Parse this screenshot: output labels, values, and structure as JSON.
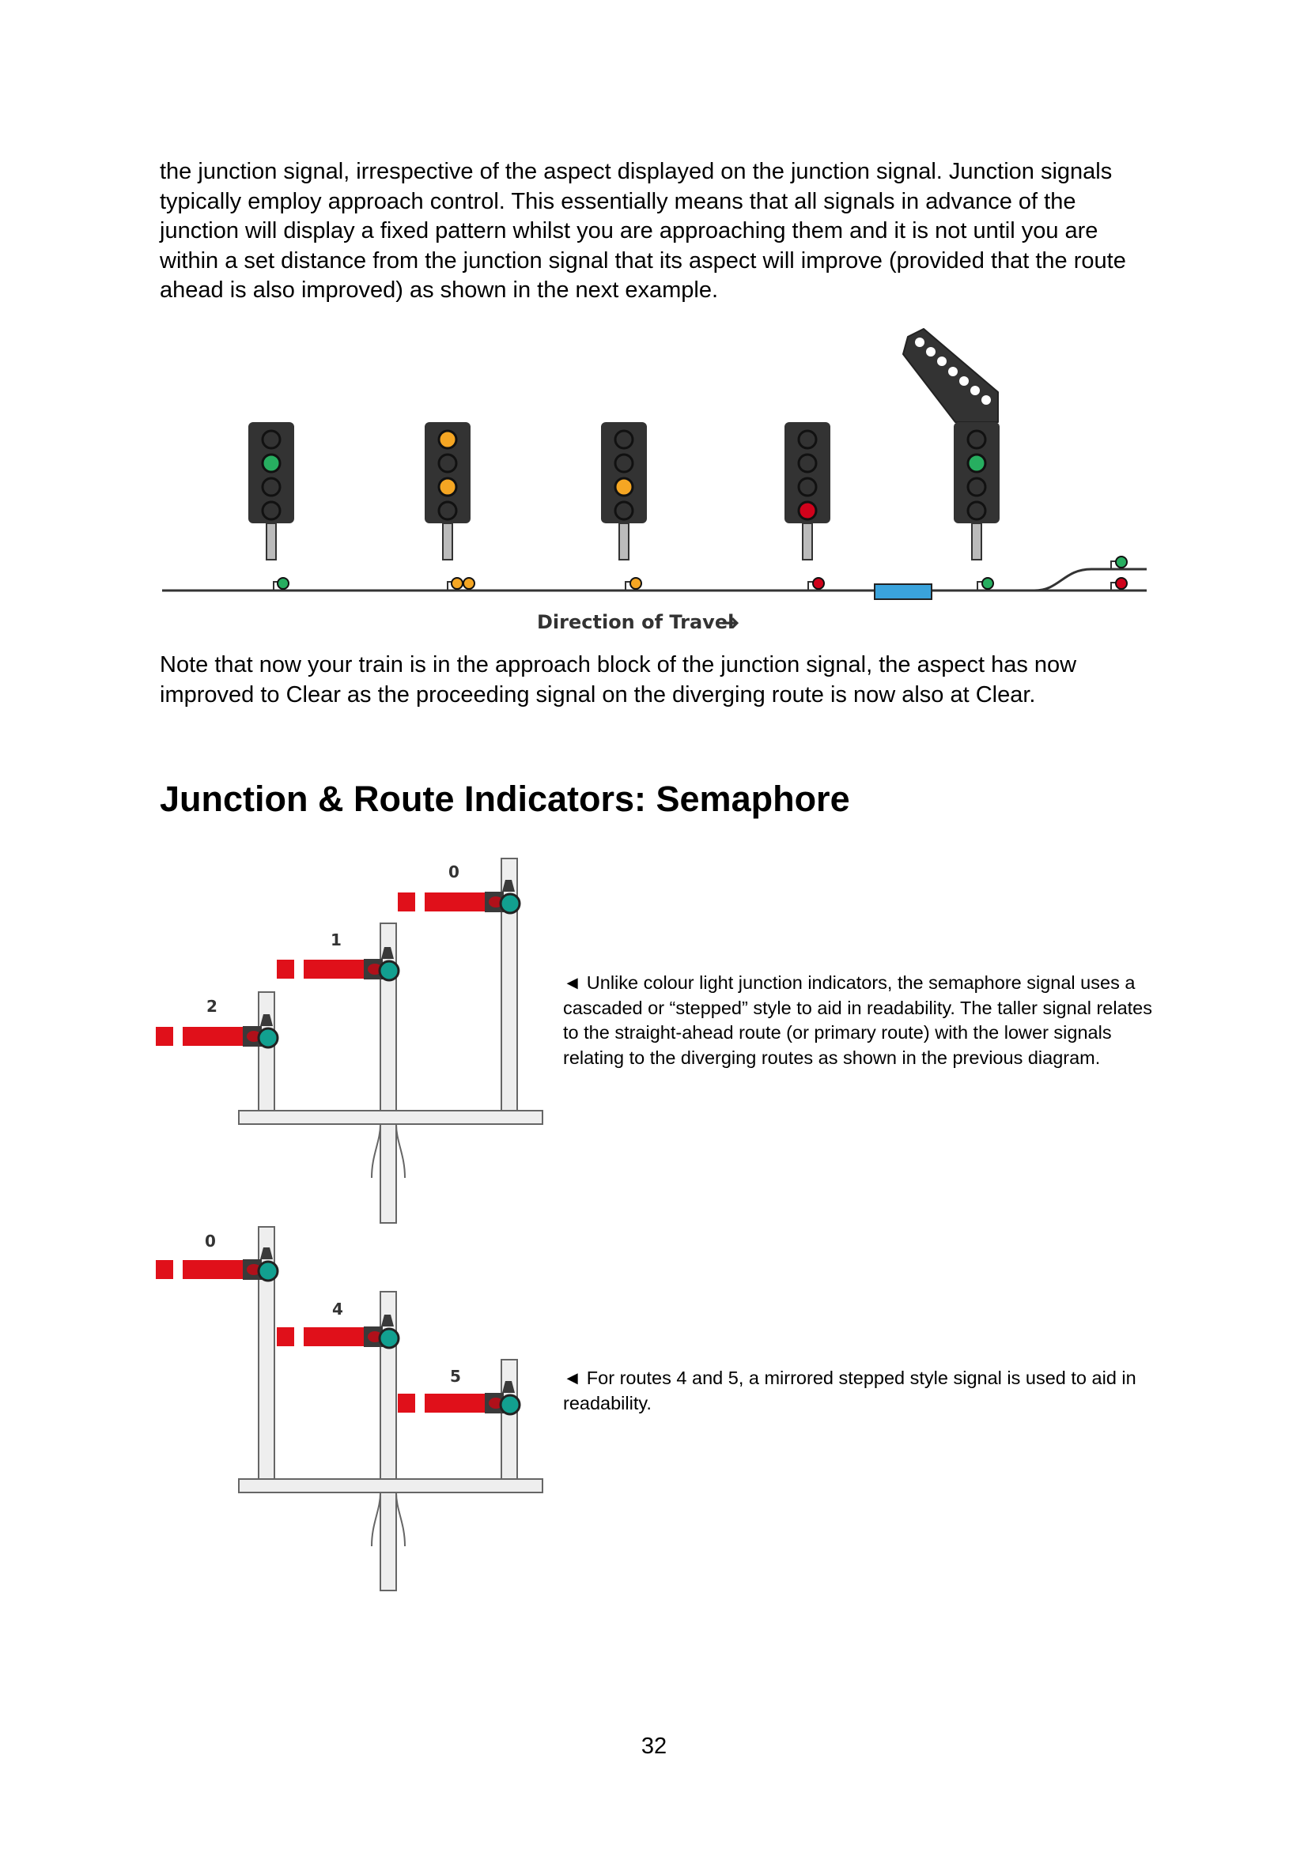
{
  "paragraphs": {
    "intro": "the junction signal, irrespective of the aspect displayed on the junction signal. Junction signals typically employ approach control. This essentially means that all signals in advance of the junction will display a fixed pattern whilst you are approaching them and it is not until you are within a set distance from the junction signal that its aspect will improve (provided that the route ahead is also improved) as shown in the next example.",
    "note": "Note that now your train is in the approach block of the junction signal, the aspect has now improved to Clear as the proceeding signal on the diverging route is now also at Clear."
  },
  "diagram": {
    "direction_label": "Direction of Travel",
    "arrow_glyph": "➔",
    "colors": {
      "green": "#27ae60",
      "yellow": "#f5a623",
      "red": "#d0021b",
      "blue": "#3aa3dc",
      "signal_body": "#333333"
    },
    "signals": [
      {
        "aspect": "green"
      },
      {
        "aspect": "double-yellow"
      },
      {
        "aspect": "yellow"
      },
      {
        "aspect": "red"
      },
      {
        "aspect": "green",
        "junction_indicator": "lit"
      }
    ]
  },
  "section_heading": "Junction & Route Indicators: Semaphore",
  "semaphore_upper": {
    "route_numbers": [
      "0",
      "1",
      "2"
    ]
  },
  "semaphore_lower": {
    "route_numbers": [
      "0",
      "4",
      "5"
    ]
  },
  "captions": {
    "upper": "◄ Unlike colour light junction indicators, the semaphore signal uses a cascaded or “stepped” style to aid in readability. The taller signal relates to the straight-ahead route (or primary route) with the lower signals relating to the diverging routes as shown in the previous diagram.",
    "lower": "◄ For routes 4 and 5, a mirrored stepped style signal is used to aid in readability."
  },
  "page_number": "32"
}
